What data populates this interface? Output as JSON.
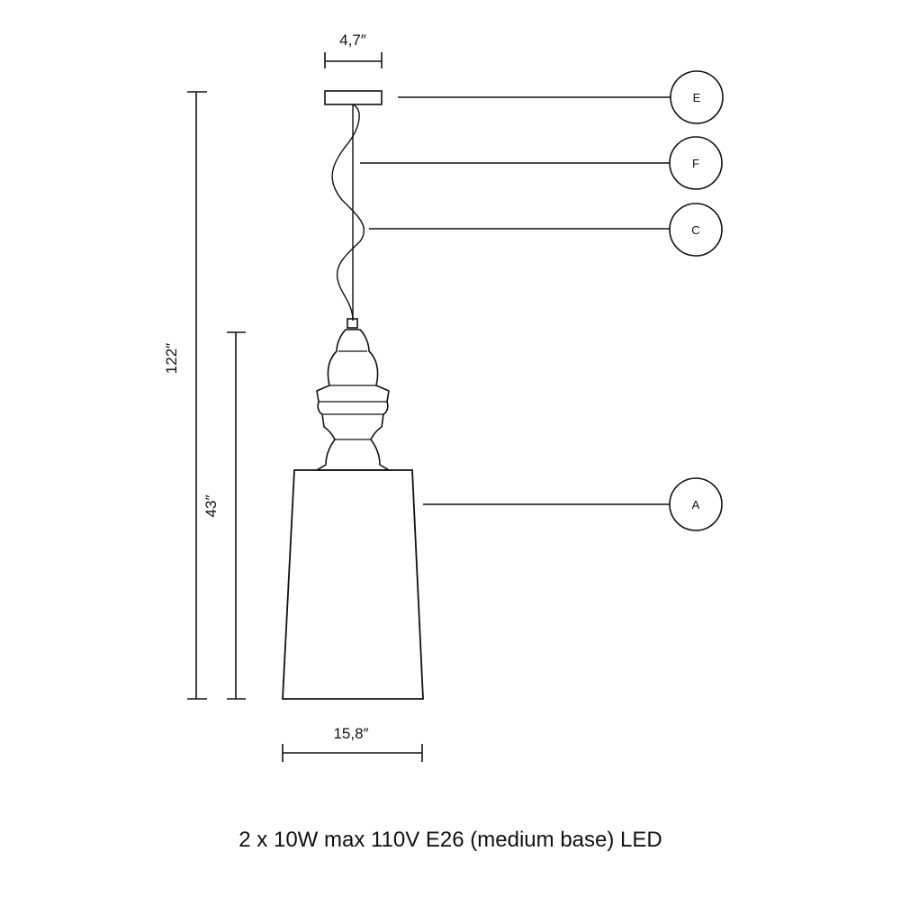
{
  "dimensions": {
    "canopy_width": "4,7″",
    "total_height": "122″",
    "lamp_height": "43″",
    "shade_width": "15,8″"
  },
  "callouts": [
    "E",
    "F",
    "C",
    "A"
  ],
  "spec_text": "2 x 10W max 110V E26 (medium base) LED",
  "colors": {
    "line": "#111111",
    "background": "#ffffff"
  }
}
